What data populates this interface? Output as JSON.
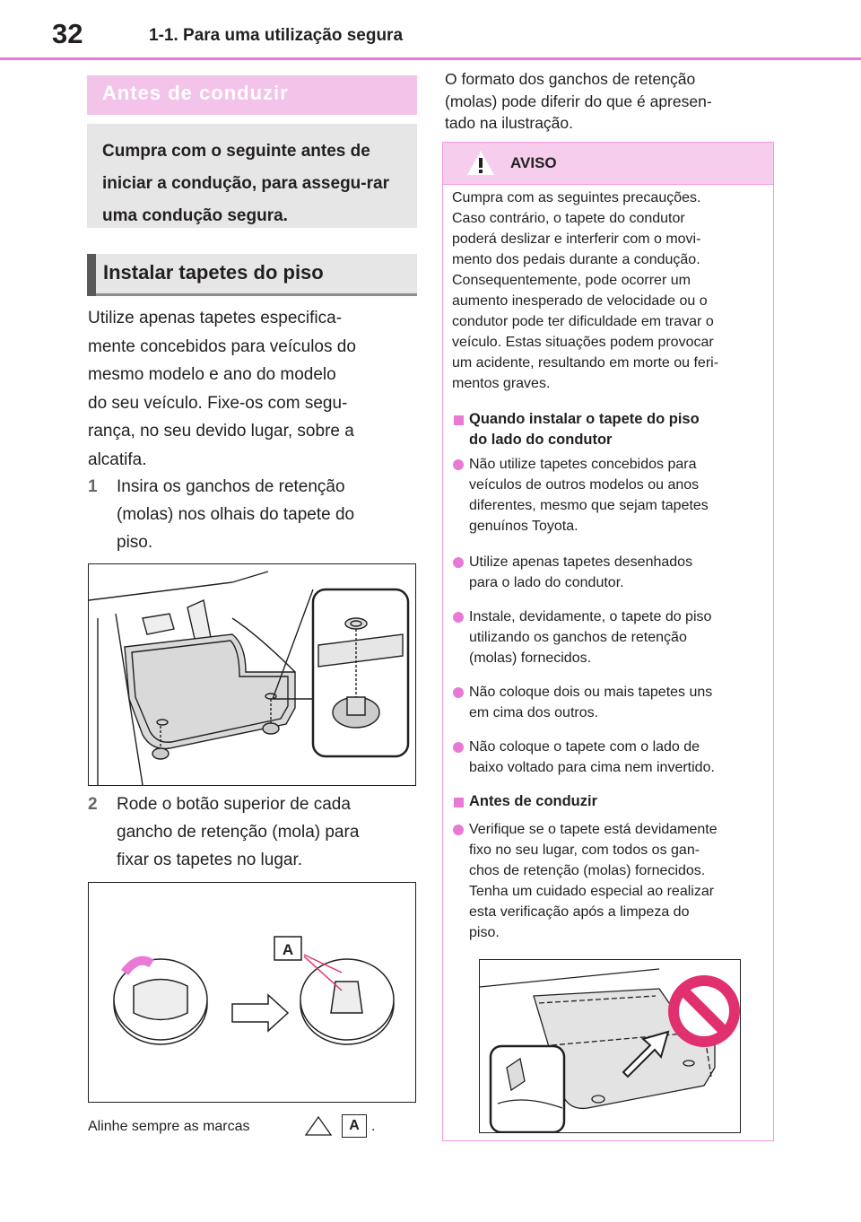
{
  "header": {
    "page_number": "32",
    "section": "1-1. Para uma utilização segura"
  },
  "left": {
    "section_title": "Antes de conduzir",
    "intro": "Cumpra com o seguinte antes de iniciar a condução, para assegu-rar uma condução segura.",
    "subsection_title": "Instalar tapetes do piso",
    "body_lines": [
      "Utilize apenas tapetes especifica-",
      "mente concebidos para veículos do",
      "mesmo modelo e ano do modelo",
      "do seu veículo. Fixe-os com segu-",
      "rança, no seu devido lugar, sobre a",
      "alcatifa."
    ],
    "step1": {
      "num": "1",
      "lines": [
        "Insira os ganchos de retenção",
        "(molas) nos olhais do tapete do",
        "piso."
      ]
    },
    "step2": {
      "num": "2",
      "lines": [
        "Rode o botão superior de cada",
        "gancho de retenção (mola) para",
        "fixar os tapetes no lugar."
      ]
    },
    "caption_before": "Alinhe sempre as marcas",
    "caption_after": ".",
    "label_a": "A"
  },
  "right": {
    "intro_lines": [
      "O formato dos ganchos de retenção",
      "(molas) pode diferir do que é apresen-",
      "tado na ilustração."
    ],
    "aviso_title": "AVISO",
    "aviso_lines": [
      "Cumpra com as seguintes precauções.",
      "Caso contrário, o tapete do condutor",
      "poderá deslizar e interferir com o movi-",
      "mento dos pedais durante a condução.",
      "Consequentemente, pode ocorrer um",
      "aumento inesperado de velocidade ou o",
      "condutor pode ter dificuldade em travar o",
      "veículo. Estas situações podem provocar",
      "um acidente, resultando em morte ou feri-",
      "mentos graves."
    ],
    "heading1": [
      "Quando instalar o tapete do piso",
      "do lado do condutor"
    ],
    "bullets1": [
      [
        "Não utilize tapetes concebidos para",
        "veículos de outros modelos ou anos",
        "diferentes, mesmo que sejam tapetes",
        "genuínos Toyota."
      ],
      [
        "Utilize apenas tapetes desenhados",
        "para o lado do condutor."
      ],
      [
        "Instale, devidamente, o tapete do piso",
        "utilizando os ganchos de retenção",
        "(molas) fornecidos."
      ],
      [
        "Não coloque dois ou mais tapetes uns",
        "em cima dos outros."
      ],
      [
        "Não coloque o tapete com o lado de",
        "baixo voltado para cima nem invertido."
      ]
    ],
    "heading2": "Antes de conduzir",
    "bullets2": [
      [
        "Verifique se o tapete está devidamente",
        "fixo no seu lugar, com todos os gan-",
        "chos de retenção (molas) fornecidos.",
        "Tenha um cuidado especial ao realizar",
        "esta verificação após a limpeza do",
        "piso."
      ]
    ]
  },
  "colors": {
    "accent": "#e87ad6",
    "box_pink": "#f3c3ea",
    "aviso_head": "#f7cdee",
    "gray_box": "#e6e6e6",
    "no_sign": "#e0306f"
  }
}
